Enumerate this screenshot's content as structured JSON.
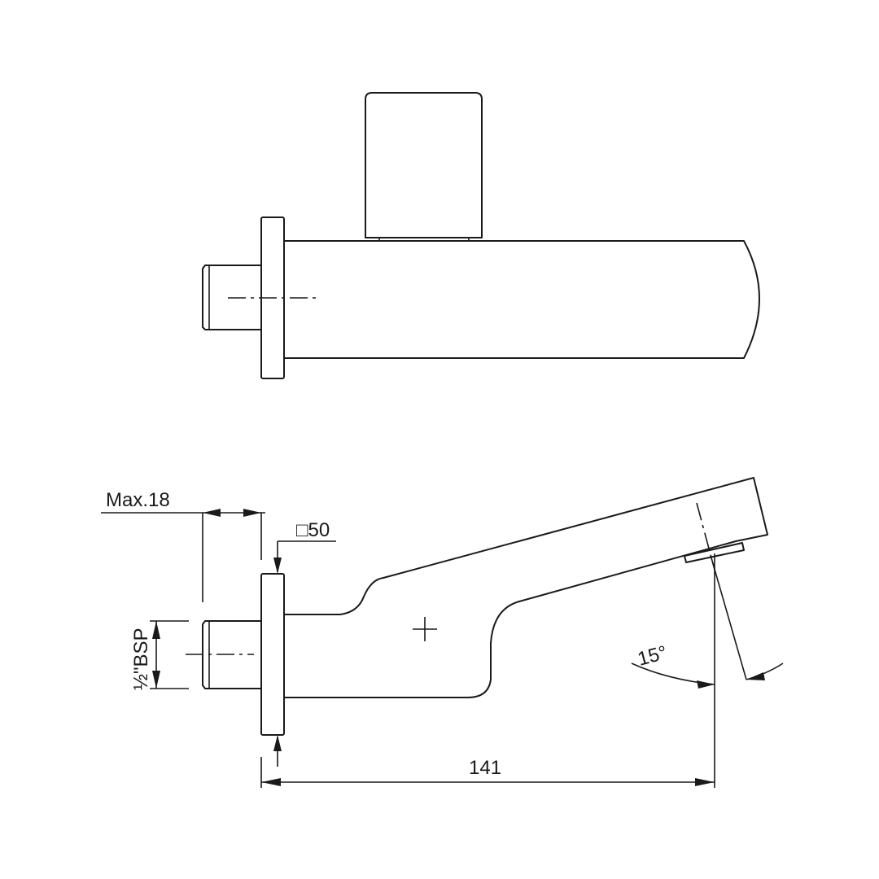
{
  "drawing": {
    "dimensions": {
      "max_depth": "Max.18",
      "square_plate": "□50",
      "thread": "½\"BSP",
      "length": "141",
      "angle": "15°"
    }
  }
}
